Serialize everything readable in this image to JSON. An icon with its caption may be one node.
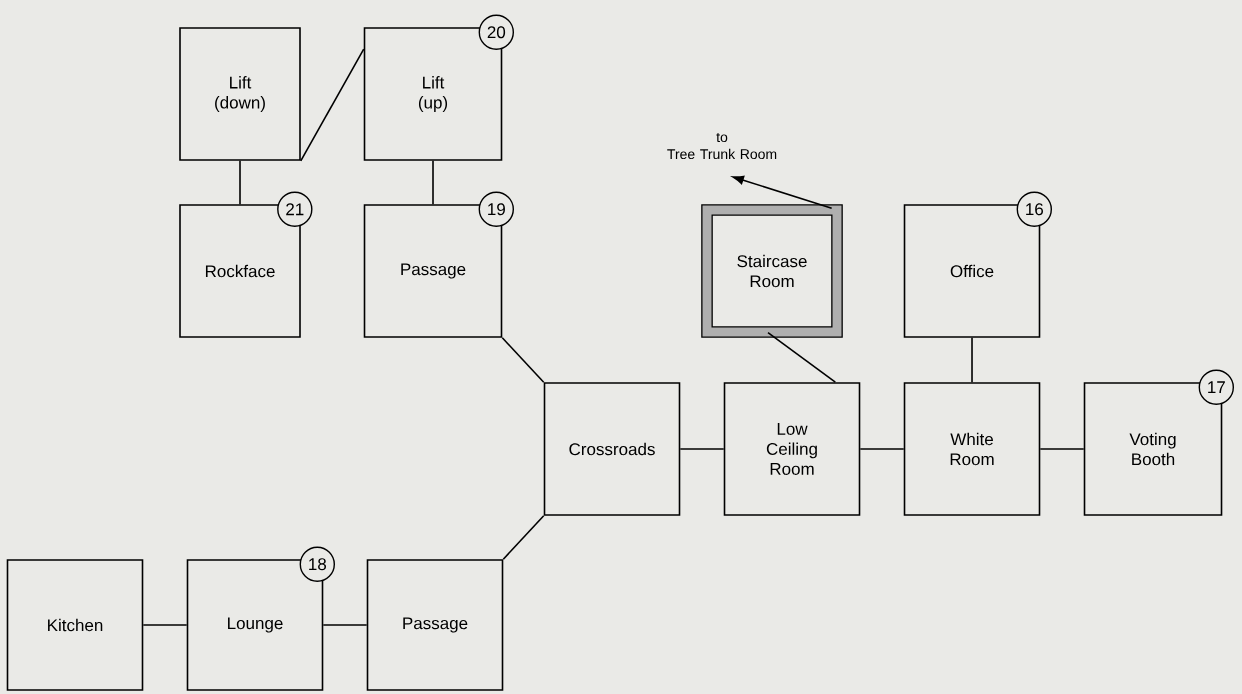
{
  "diagram": {
    "nodes": [
      {
        "text": [
          "Lift (down)"
        ]
      },
      {
        "text": [
          "Lift (up)",
          "20"
        ]
      },
      {
        "text": [
          "to Tree Trunk Room"
        ]
      },
      {
        "text": [
          "Rockface",
          "21"
        ]
      },
      {
        "text": [
          "Passage",
          "19"
        ]
      },
      {
        "text": [
          "Staircase Room"
        ]
      },
      {
        "text": [
          "Office",
          "16"
        ]
      },
      {
        "text": [
          "Crossroads"
        ]
      },
      {
        "text": [
          "Low Ceiling Room"
        ]
      },
      {
        "text": [
          "White Room"
        ]
      },
      {
        "text": [
          "Voting Booth",
          "17"
        ]
      },
      {
        "text": [
          "Kitchen"
        ]
      },
      {
        "text": [
          "Lounge",
          "18"
        ]
      },
      {
        "text": [
          "Passage"
        ]
      }
    ],
    "edges": [
      {
        "from": 0,
        "to": 3,
        "arrow": "none"
      },
      {
        "from": 0,
        "to": 1,
        "arrow": "none"
      },
      {
        "from": 1,
        "to": 4,
        "arrow": "none"
      },
      {
        "from": 4,
        "to": 7,
        "arrow": "none"
      },
      {
        "from": 7,
        "to": 8,
        "arrow": "none"
      },
      {
        "from": 8,
        "to": 5,
        "arrow": "none"
      },
      {
        "from": 5,
        "to": 2,
        "arrow": "to"
      },
      {
        "from": 8,
        "to": 9,
        "arrow": "none"
      },
      {
        "from": 9,
        "to": 6,
        "arrow": "none"
      },
      {
        "from": 9,
        "to": 10,
        "arrow": "none"
      },
      {
        "from": 11,
        "to": 12,
        "arrow": "none"
      },
      {
        "from": 12,
        "to": 13,
        "arrow": "none"
      },
      {
        "from": 13,
        "to": 7,
        "arrow": "none"
      }
    ]
  }
}
